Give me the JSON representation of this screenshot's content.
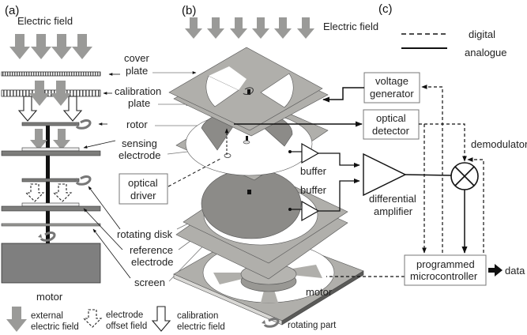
{
  "panels": {
    "a": "(a)",
    "b": "(b)",
    "c": "(c)"
  },
  "colors": {
    "field_arrow": "#9a9a98",
    "plate_light": "#b0afab",
    "plate_dark": "#8a8986",
    "disk_dark": "#8c8b88",
    "motor": "#7f7f7f",
    "line": "#111111"
  },
  "panel_a": {
    "field_title": "Electric field",
    "labels": {
      "cover": "cover",
      "cover2": "plate",
      "calib": "calibration",
      "calib2": "plate",
      "rotor": "rotor",
      "sensing": "sensing",
      "sensing2": "electrode",
      "rotating_disk": "rotating disk",
      "reference": "reference",
      "reference2": "electrode",
      "screen": "screen",
      "motor": "motor"
    }
  },
  "panel_b": {
    "field_title": "Electric field",
    "optical_driver": [
      "optical",
      "driver"
    ],
    "buffer_top": "buffer",
    "buffer_bottom": "buffer",
    "motor": "motor"
  },
  "panel_c": {
    "legend": {
      "digital": "digital",
      "analogue": "analogue"
    },
    "voltage_generator": [
      "voltage",
      "generator"
    ],
    "optical_detector": [
      "optical",
      "detector"
    ],
    "differential_amplifier": [
      "differential",
      "amplifier"
    ],
    "demodulator": "demodulator",
    "microcontroller": [
      "programmed",
      "microcontroller"
    ],
    "data": "data"
  },
  "bottom_legend": {
    "external": [
      "external",
      "electric field"
    ],
    "offset": [
      "electrode",
      "offset field"
    ],
    "calibration": [
      "calibration",
      "electric field"
    ],
    "rotating": "rotating part"
  }
}
